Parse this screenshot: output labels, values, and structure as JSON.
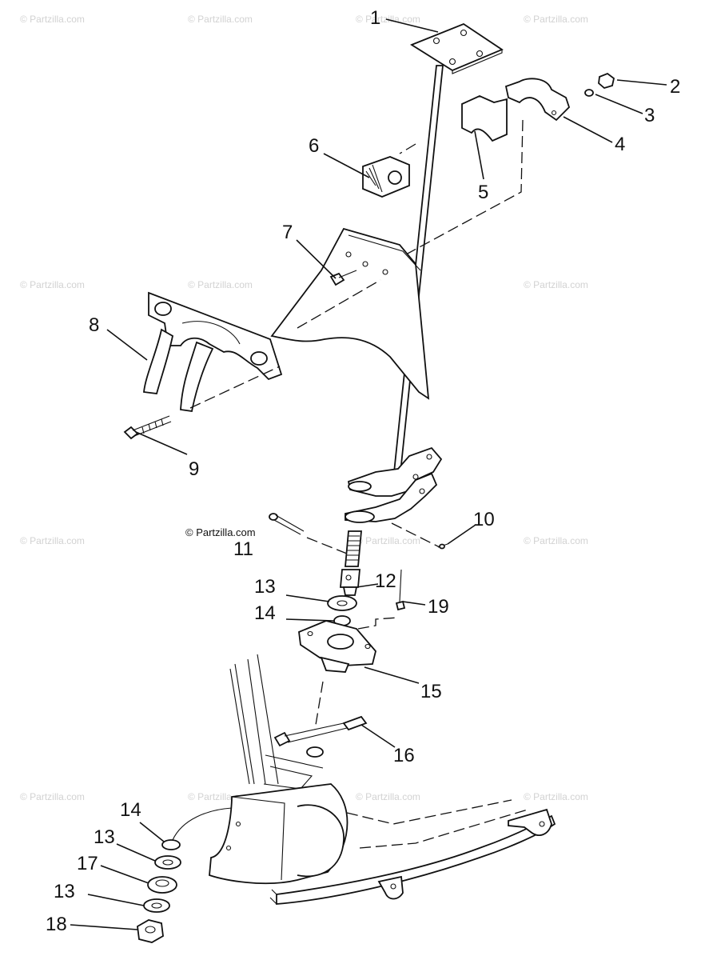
{
  "watermark_text": "© Partzilla.com",
  "copyright_overlay": "© Partzilla.com",
  "callouts": [
    {
      "id": "callout-1",
      "text": "1"
    },
    {
      "id": "callout-2",
      "text": "2"
    },
    {
      "id": "callout-3",
      "text": "3"
    },
    {
      "id": "callout-4",
      "text": "4"
    },
    {
      "id": "callout-5",
      "text": "5"
    },
    {
      "id": "callout-6",
      "text": "6"
    },
    {
      "id": "callout-7",
      "text": "7"
    },
    {
      "id": "callout-8",
      "text": "8"
    },
    {
      "id": "callout-9",
      "text": "9"
    },
    {
      "id": "callout-10",
      "text": "10"
    },
    {
      "id": "callout-11",
      "text": "11"
    },
    {
      "id": "callout-12",
      "text": "12"
    },
    {
      "id": "callout-13-a",
      "text": "13"
    },
    {
      "id": "callout-19",
      "text": "19"
    },
    {
      "id": "callout-14-a",
      "text": "14"
    },
    {
      "id": "callout-15",
      "text": "15"
    },
    {
      "id": "callout-16",
      "text": "16"
    },
    {
      "id": "callout-14-b",
      "text": "14"
    },
    {
      "id": "callout-13-b",
      "text": "13"
    },
    {
      "id": "callout-17",
      "text": "17"
    },
    {
      "id": "callout-13-c",
      "text": "13"
    },
    {
      "id": "callout-18",
      "text": "18"
    }
  ]
}
